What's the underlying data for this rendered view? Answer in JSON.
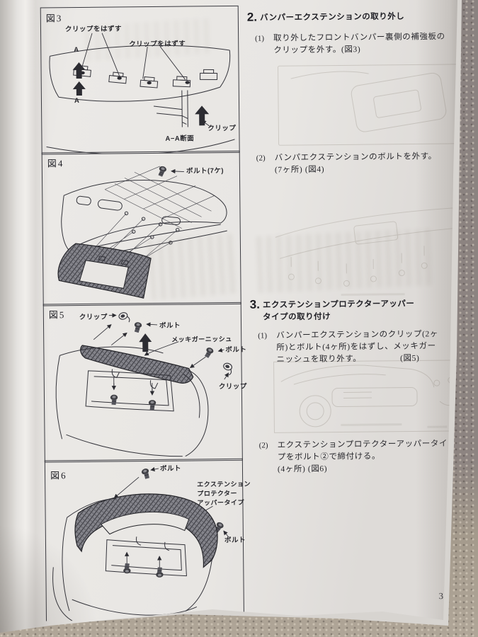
{
  "page_number": "3",
  "sections": [
    {
      "num": "2.",
      "title_lines": [
        "バンパーエクステンションの取り外し"
      ],
      "steps": [
        {
          "num": "(1)",
          "lines": [
            "取り外したフロントバンパー裏側の補強板の",
            "クリップを外す。(図3)"
          ]
        },
        {
          "num": "(2)",
          "lines": [
            "バンパエクステンションのボルトを外す。",
            "(7ヶ所) (図4)"
          ]
        }
      ]
    },
    {
      "num": "3.",
      "title_lines": [
        "エクステンションプロテクターアッパー",
        "タイプの取り付け"
      ],
      "steps": [
        {
          "num": "(1)",
          "lines": [
            "バンパーエクステンションのクリップ(2ヶ",
            "所)とボルト(4ヶ所)をはずし、メッキガー",
            "ニッシュを取り外す。　　　　　(図5)"
          ]
        },
        {
          "num": "(2)",
          "lines": [
            "エクステンションプロテクターアッパータイ",
            "プをボルト②で締付ける。",
            "(4ヶ所) (図6)"
          ]
        }
      ]
    }
  ],
  "figures": {
    "fig3": {
      "label": "図3",
      "clip_remove_left": "クリップをはずす",
      "clip_remove_right": "クリップをはずす",
      "a_upper": "A",
      "a_lower": "A",
      "section_label": "A−A断面",
      "clip": "クリップ"
    },
    "fig4": {
      "label": "図4",
      "bolt": "ボルト(7ケ)"
    },
    "fig5": {
      "label": "図5",
      "clip_top": "クリップ",
      "bolt_top": "ボルト",
      "garnish": "メッキガーニッシュ",
      "bolt_right": "ボルト",
      "clip_right": "クリップ"
    },
    "fig6": {
      "label": "図6",
      "bolt_top": "ボルト",
      "part_line1": "エクステンション",
      "part_line2": "プロテクター",
      "part_line3": "アッパータイプ",
      "bolt_right": "ボルト"
    }
  }
}
